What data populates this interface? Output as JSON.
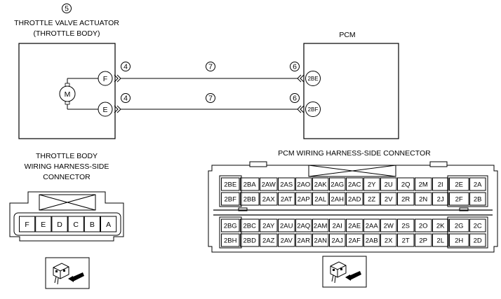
{
  "diagram": {
    "actuator": {
      "callout": "5",
      "title_line1": "THROTTLE VALVE ACTUATOR",
      "title_line2": "(THROTTLE BODY)",
      "terminal_top": "F",
      "terminal_bottom": "E",
      "motor_symbol": "M",
      "connector_callout_top": "4",
      "connector_callout_bottom": "4"
    },
    "pcm": {
      "title": "PCM",
      "terminal_top": "2BE",
      "terminal_bottom": "2BF",
      "connector_callout_top": "6",
      "connector_callout_bottom": "6"
    },
    "wire_callout_top": "7",
    "wire_callout_bottom": "7",
    "throttle_connector": {
      "title_line1": "THROTTLE BODY",
      "title_line2": "WIRING HARNESS-SIDE",
      "title_line3": "CONNECTOR",
      "pins": [
        "F",
        "E",
        "D",
        "C",
        "B",
        "A"
      ]
    },
    "pcm_connector": {
      "title": "PCM WIRING HARNESS-SIDE CONNECTOR",
      "row1": [
        "2BE",
        "2BA",
        "2AW",
        "2AS",
        "2AO",
        "2AK",
        "2AG",
        "2AC",
        "2Y",
        "2U",
        "2Q",
        "2M",
        "2I",
        "2E",
        "2A"
      ],
      "row2": [
        "2BF",
        "2BB",
        "2AX",
        "2AT",
        "2AP",
        "2AL",
        "2AH",
        "2AD",
        "2Z",
        "2V",
        "2R",
        "2N",
        "2J",
        "2F",
        "2B"
      ],
      "row3": [
        "2BG",
        "2BC",
        "2AY",
        "2AU",
        "2AQ",
        "2AM",
        "2AI",
        "2AE",
        "2AA",
        "2W",
        "2S",
        "2O",
        "2K",
        "2G",
        "2C"
      ],
      "row4": [
        "2BH",
        "2BD",
        "2AZ",
        "2AV",
        "2AR",
        "2AN",
        "2AJ",
        "2AF",
        "2AB",
        "2X",
        "2T",
        "2P",
        "2L",
        "2H",
        "2D"
      ]
    }
  }
}
